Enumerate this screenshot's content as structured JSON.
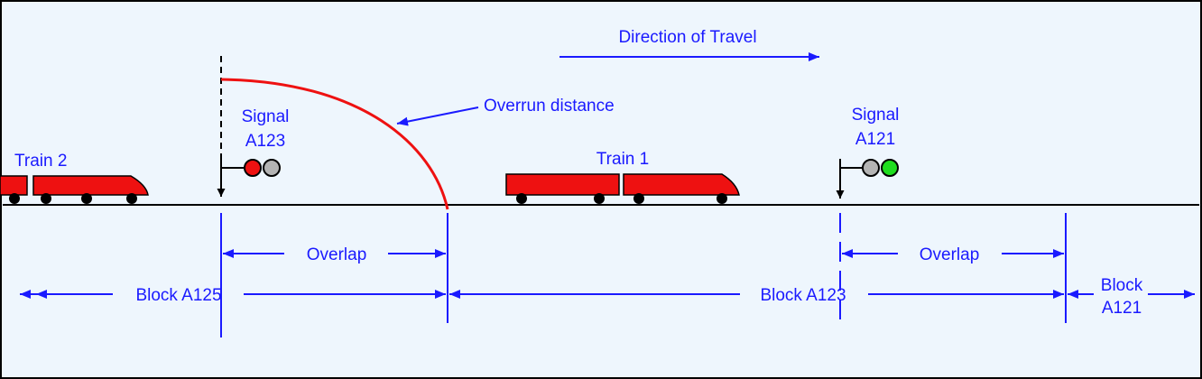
{
  "labels": {
    "direction": "Direction of Travel",
    "overrun": "Overrun distance",
    "signal_a123_line1": "Signal",
    "signal_a123_line2": "A123",
    "signal_a121_line1": "Signal",
    "signal_a121_line2": "A121",
    "train2": "Train 2",
    "train1": "Train 1",
    "overlap_left": "Overlap",
    "overlap_right": "Overlap",
    "block_a125": "Block A125",
    "block_a123": "Block A123",
    "block_a121_line1": "Block",
    "block_a121_line2": "A121"
  },
  "colors": {
    "background": "#eef6fd",
    "annotation": "#1a1aff",
    "train": "#ee1111",
    "track": "#000000",
    "signal_red": "#ee1111",
    "signal_off": "#b4b4b4",
    "signal_green": "#1fdd1f"
  }
}
